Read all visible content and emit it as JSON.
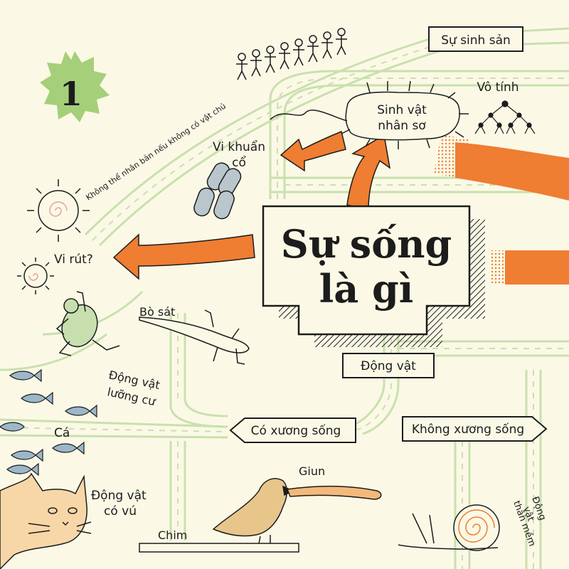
{
  "badge_number": "1",
  "title_line1": "Sự sống",
  "title_line2": "là gì",
  "labels": {
    "reproduction": "Sự sinh sản",
    "asexual": "Vô tính",
    "eukaryote_line1": "Sinh vật",
    "eukaryote_line2": "nhân sơ",
    "archaea_line1": "Vi khuẩn",
    "archaea_line2": "cổ",
    "virus": "Vi rút?",
    "cannot_reproduce": "Không thể nhân bản nếu không có vật chủ",
    "reptile": "Bò sát",
    "amphibian_line1": "Động vật",
    "amphibian_line2": "lưỡng cư",
    "fish": "Cá",
    "mammal_line1": "Động vật",
    "mammal_line2": "có vú",
    "bird": "Chim",
    "worm": "Giun",
    "animal": "Động vật",
    "vertebrate": "Có xương sống",
    "invertebrate": "Không xương sống",
    "mollusc_line1": "Động",
    "mollusc_line2": "vật",
    "mollusc_line3": "thân mềm"
  },
  "colors": {
    "background": "#fbf9e6",
    "accent_orange": "#ef7d32",
    "badge_green": "#a6cf7a",
    "path_green": "#c9e0ae",
    "ink": "#1c1c1c",
    "fish_blue": "#9cb7c9",
    "cat_orange": "#f3b26a"
  }
}
